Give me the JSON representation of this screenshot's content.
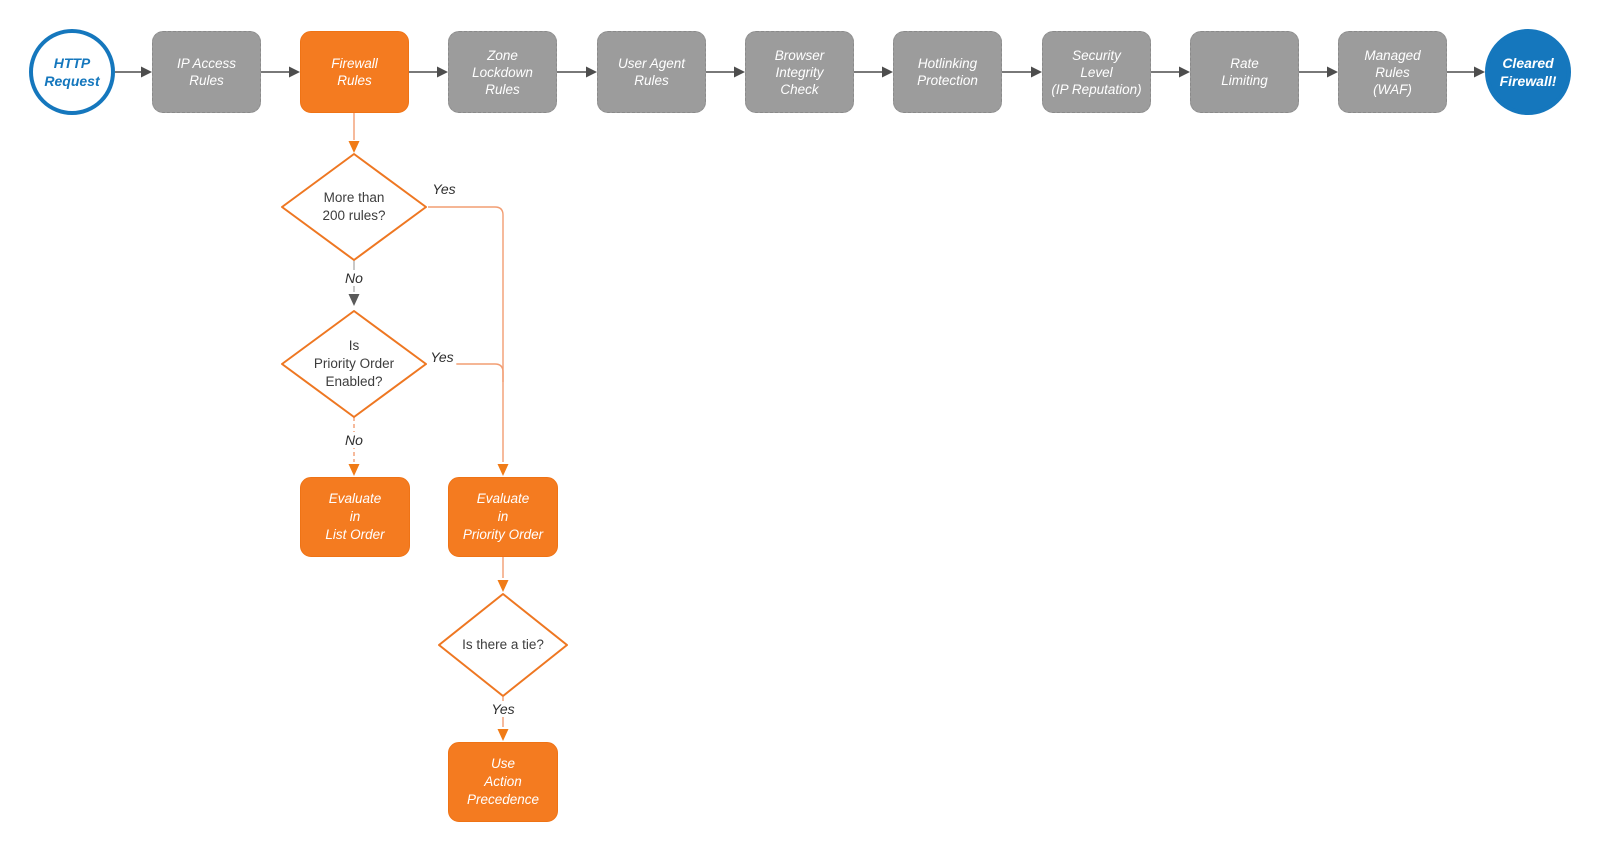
{
  "title": "HTTP request firewall evaluation flowchart",
  "colors": {
    "brand_blue": "#1577bd",
    "node_gray": "#9c9c9c",
    "accent_orange": "#f47b20",
    "connector_dark": "#4d4d4d",
    "connector_orange_light": "#f29d72"
  },
  "flow": {
    "start": {
      "label": "HTTP\nRequest"
    },
    "end": {
      "label": "Cleared\nFirewall!"
    },
    "pipeline": [
      {
        "label": "IP Access\nRules"
      },
      {
        "label": "Firewall\nRules"
      },
      {
        "label": "Zone\nLockdown\nRules"
      },
      {
        "label": "User Agent\nRules"
      },
      {
        "label": "Browser\nIntegrity\nCheck"
      },
      {
        "label": "Hotlinking\nProtection"
      },
      {
        "label": "Security\nLevel\n(IP Reputation)"
      },
      {
        "label": "Rate\nLimiting"
      },
      {
        "label": "Managed\nRules\n(WAF)"
      }
    ],
    "decisions": [
      {
        "label": "More than\n200 rules?"
      },
      {
        "label": "Is\nPriority Order\nEnabled?"
      },
      {
        "label": "Is there a tie?"
      }
    ],
    "actions": [
      {
        "label": "Evaluate\nin\nList Order"
      },
      {
        "label": "Evaluate\nin\nPriority Order"
      },
      {
        "label": "Use\nAction\nPrecedence"
      }
    ],
    "edge_labels": {
      "yes": "Yes",
      "no": "No"
    }
  }
}
